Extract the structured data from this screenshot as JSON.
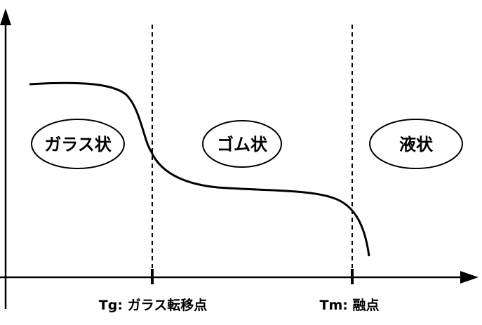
{
  "regions": {
    "glass": "ガラス状",
    "rubber": "ゴム状",
    "liquid": "液状"
  },
  "axis_labels": {
    "tg": "Tg: ガラス転移点",
    "tm": "Tm: 融点"
  },
  "colors": {
    "line": "#000000",
    "background": "#ffffff"
  }
}
